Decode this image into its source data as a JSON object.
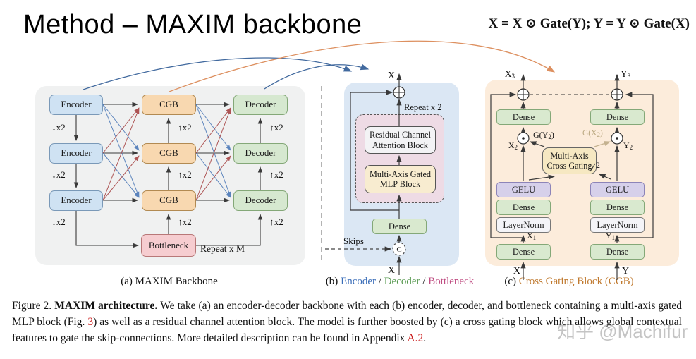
{
  "slide": {
    "title": "Method – MAXIM backbone",
    "formula": "X = X ⊙ Gate(Y);    Y = Y ⊙ Gate(X)",
    "watermark": "知乎 @Machifur"
  },
  "panel_a": {
    "caption": "(a) MAXIM Backbone",
    "encoders": [
      "Encoder",
      "Encoder",
      "Encoder"
    ],
    "cgbs": [
      "CGB",
      "CGB",
      "CGB"
    ],
    "decoders": [
      "Decoder",
      "Decoder",
      "Decoder"
    ],
    "bottleneck": "Bottleneck",
    "down_label": "↓x2",
    "up_label": "↑x2",
    "repeat": "Repeat x M"
  },
  "panel_b": {
    "caption_prefix": "(b) ",
    "caption_encoder": "Encoder",
    "caption_sep1": " / ",
    "caption_decoder": "Decoder",
    "caption_sep2": " / ",
    "caption_bottleneck": "Bottleneck",
    "x_out": "X",
    "x_in": "X",
    "repeat": "Repeat x 2",
    "rcab": "Residual Channel Attention Block",
    "mlp": "Multi-Axis Gated MLP Block",
    "dense": "Dense",
    "skips": "Skips",
    "concat": "C"
  },
  "panel_c": {
    "caption_prefix": "(c) ",
    "caption_main": "Cross Gating Block (CGB)",
    "macg": "Multi-Axis Cross Gating",
    "split": "2",
    "dense": "Dense",
    "gelu": "GELU",
    "layernorm": "LayerNorm",
    "x3": {
      "base": "X",
      "sub": "3"
    },
    "y3": {
      "base": "Y",
      "sub": "3"
    },
    "x2": {
      "base": "X",
      "sub": "2"
    },
    "y2": {
      "base": "Y",
      "sub": "2"
    },
    "x1": {
      "base": "X",
      "sub": "1"
    },
    "y1": {
      "base": "Y",
      "sub": "1"
    },
    "gy2": {
      "pre": "G(Y",
      "sub": "2",
      "post": ")"
    },
    "gx2": {
      "pre": "G(X",
      "sub": "2",
      "post": ")"
    },
    "x_in": "X",
    "y_in": "Y"
  },
  "figure_caption": {
    "seg1": "Figure 2. ",
    "seg2": "MAXIM architecture. ",
    "seg3": "We take (a) an encoder-decoder backbone with each (b) encoder, decoder, and bottleneck containing a multi-axis gated MLP block (Fig. ",
    "seg4": "3",
    "seg5": ") as well as a residual channel attention block. The model is further boosted by (c) a cross gating block which allows global contextual features to gate the skip-connections. More detailed description can be found in Appendix ",
    "seg6": "A.2",
    "seg7": "."
  },
  "colors": {
    "encoder_fill": "#cfe2f3",
    "cgb_fill": "#f8d8b0",
    "decoder_fill": "#d6e8d0",
    "bottleneck_fill": "#f6cdd0",
    "panel_a_bg": "#f0f1f1",
    "panel_b_bg": "#dbe7f4",
    "panel_c_bg": "#fcecdb",
    "caption_encoder_blue": "#3a6db8",
    "caption_decoder_green": "#56984e",
    "caption_bottleneck_pink": "#bf4d82",
    "caption_cgb_orange": "#c07a30",
    "reference_red": "#cc2222",
    "cross_line_blue": "#5b84bd",
    "cross_line_red": "#ad5454",
    "curve_arrow_blue": "#41699e",
    "curve_arrow_orange": "#dd9060"
  }
}
